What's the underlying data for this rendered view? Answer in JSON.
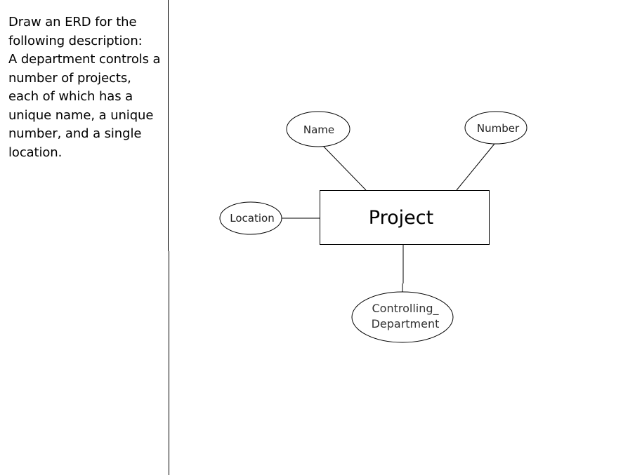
{
  "prompt": {
    "text": "Draw an ERD for the\nfollowing description:\nA department controls a\nnumber of projects,\neach of which has a\nunique name, a unique\nnumber, and a single\nlocation."
  },
  "diagram": {
    "entity": {
      "name": "Project"
    },
    "attributes": {
      "name": "Name",
      "number": "Number",
      "location": "Location",
      "controlling_department": {
        "line1": "Controlling_",
        "line2": "Department"
      }
    }
  },
  "colors": {
    "stroke": "#000000",
    "background": "#ffffff"
  }
}
